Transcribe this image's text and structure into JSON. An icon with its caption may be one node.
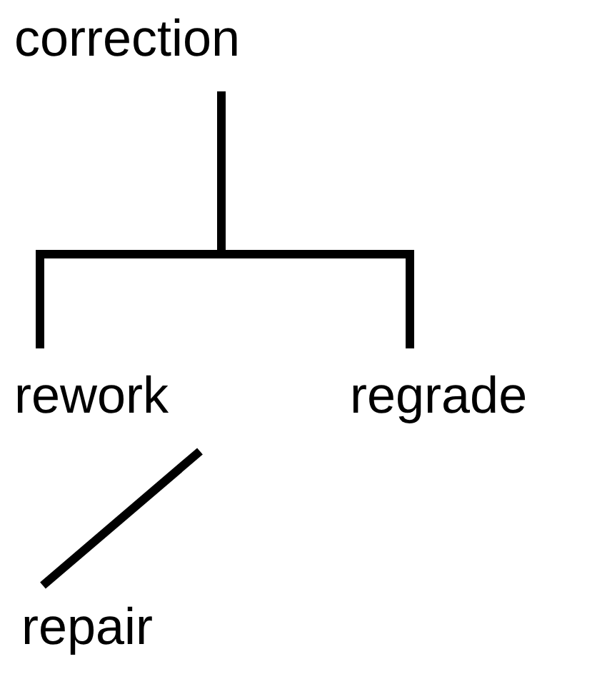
{
  "diagram": {
    "nodes": [
      {
        "text": [
          "correction"
        ]
      },
      {
        "text": [
          "rework"
        ]
      },
      {
        "text": [
          "regrade"
        ]
      },
      {
        "text": [
          "repair"
        ]
      }
    ],
    "edges": [
      {
        "from": 0,
        "to": 1,
        "arrow": "none"
      },
      {
        "from": 0,
        "to": 2,
        "arrow": "none"
      },
      {
        "from": 1,
        "to": 3,
        "arrow": "none"
      }
    ]
  }
}
